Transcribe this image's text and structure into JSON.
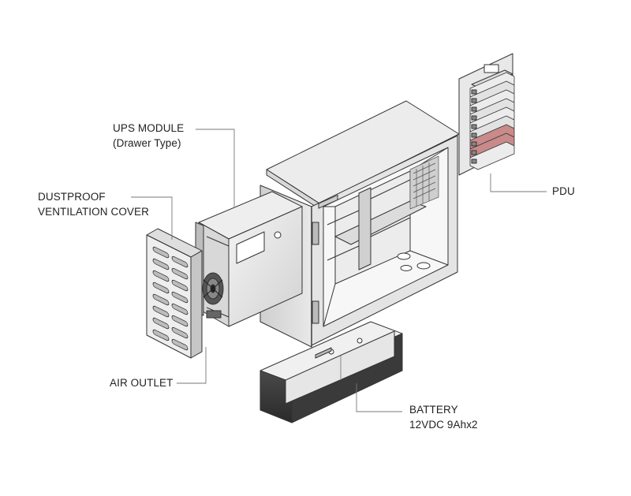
{
  "labels": {
    "ups_module_line1": "UPS MODULE",
    "ups_module_line2": "(Drawer Type)",
    "dustproof_line1": "DUSTPROOF",
    "dustproof_line2": "VENTILATION COVER",
    "air_outlet": "AIR OUTLET",
    "pdu": "PDU",
    "battery_line1": "BATTERY",
    "battery_line2": "12VDC 9Ahx2"
  },
  "colors": {
    "line": "#333333",
    "leader": "#777777",
    "metal_light": "#eeeeee",
    "metal_mid": "#d6d6d6",
    "metal_dark": "#a8a8a8",
    "battery_dark": "#3a3a3a",
    "pdu_highlight": "#c98a8a"
  }
}
